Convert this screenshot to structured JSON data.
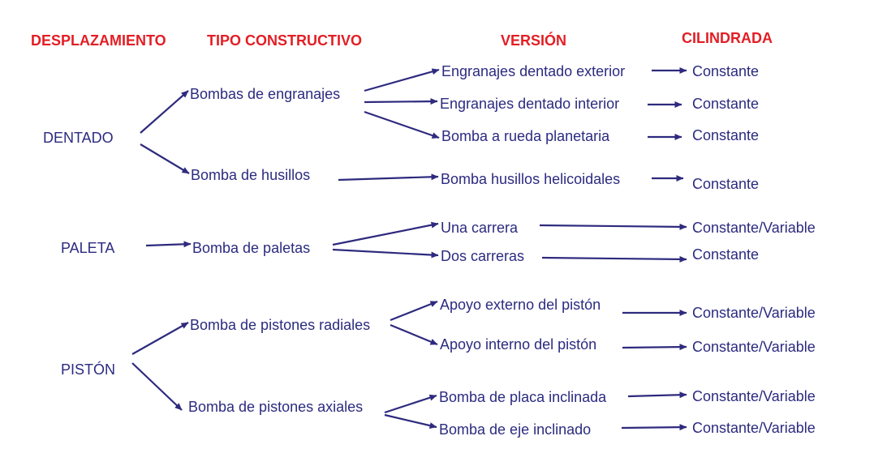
{
  "colors": {
    "header": "#e31e24",
    "text": "#2b2b80",
    "arrow": "#2e2a7e"
  },
  "headers": {
    "displacement": "DESPLAZAMIENTO",
    "type": "TIPO CONSTRUCTIVO",
    "version": "VERSIÓN",
    "displacement_volume": "CILINDRADA"
  },
  "displacement": {
    "dentado": "DENTADO",
    "paleta": "PALETA",
    "piston": "PISTÓN"
  },
  "types": {
    "engranajes": "Bombas de engranajes",
    "husillos": "Bomba de husillos",
    "paletas": "Bomba de paletas",
    "radiales": "Bomba de pistones radiales",
    "axiales": "Bomba de pistones axiales"
  },
  "versions": {
    "exterior": "Engranajes dentado exterior",
    "interior": "Engranajes dentado interior",
    "planetaria": "Bomba a rueda planetaria",
    "helicoidales": "Bomba husillos helicoidales",
    "una_carrera": "Una carrera",
    "dos_carreras": "Dos carreras",
    "apoyo_externo": "Apoyo externo del pistón",
    "apoyo_interno": "Apoyo interno del pistón",
    "placa": "Bomba de placa inclinada",
    "eje": "Bomba de eje inclinado"
  },
  "cylinder": {
    "exterior": "Constante",
    "interior": "Constante",
    "planetaria": "Constante",
    "helicoidales": "Constante",
    "una_carrera": "Constante/Variable",
    "dos_carreras": "Constante",
    "apoyo_externo": "Constante/Variable",
    "apoyo_interno": "Constante/Variable",
    "placa": "Constante/Variable",
    "eje": "Constante/Variable"
  }
}
